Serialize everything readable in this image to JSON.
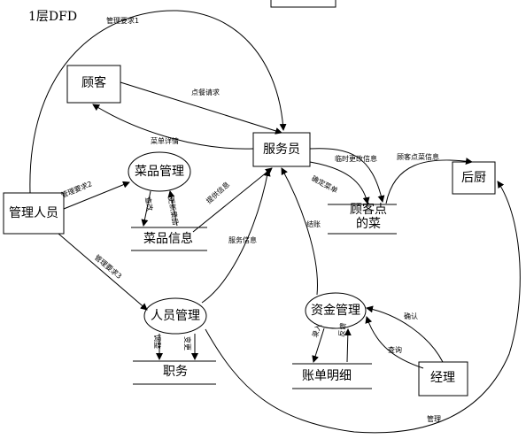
{
  "title": "1层DFD",
  "entities": {
    "customer": "顾客",
    "admin": "管理人员",
    "kitchen": "后厨",
    "manager": "经理"
  },
  "processes": {
    "waiter": "服务员",
    "menu_mgmt": "菜品管理",
    "staff_mgmt": "人员管理",
    "fund_mgmt": "资金管理"
  },
  "stores": {
    "dish_info": "菜品信息",
    "customer_dishes": [
      "顾客点",
      "的菜"
    ],
    "position": "职务",
    "bill_detail": "账单明细"
  },
  "flows": {
    "mgmt_req1": "管理要求1",
    "order_request": "点餐请求",
    "menu_detail": "菜单详情",
    "temp_change": "临时更改信息",
    "customer_order_info": "顾客点菜信息",
    "confirm_dishes": "确定菜单",
    "mgmt_req2": "管理要求2",
    "query_modify": "查改",
    "update_dishes": "更新菜品",
    "provide_info": "提供信息",
    "service_info": "服务信息",
    "checkout": "结账",
    "mgmt_req3": "管理要求3",
    "adjust": "调整",
    "change": "变更",
    "record": "录入",
    "feedback": "反馈",
    "confirm": "确认",
    "query": "查询",
    "manage": "管理"
  }
}
